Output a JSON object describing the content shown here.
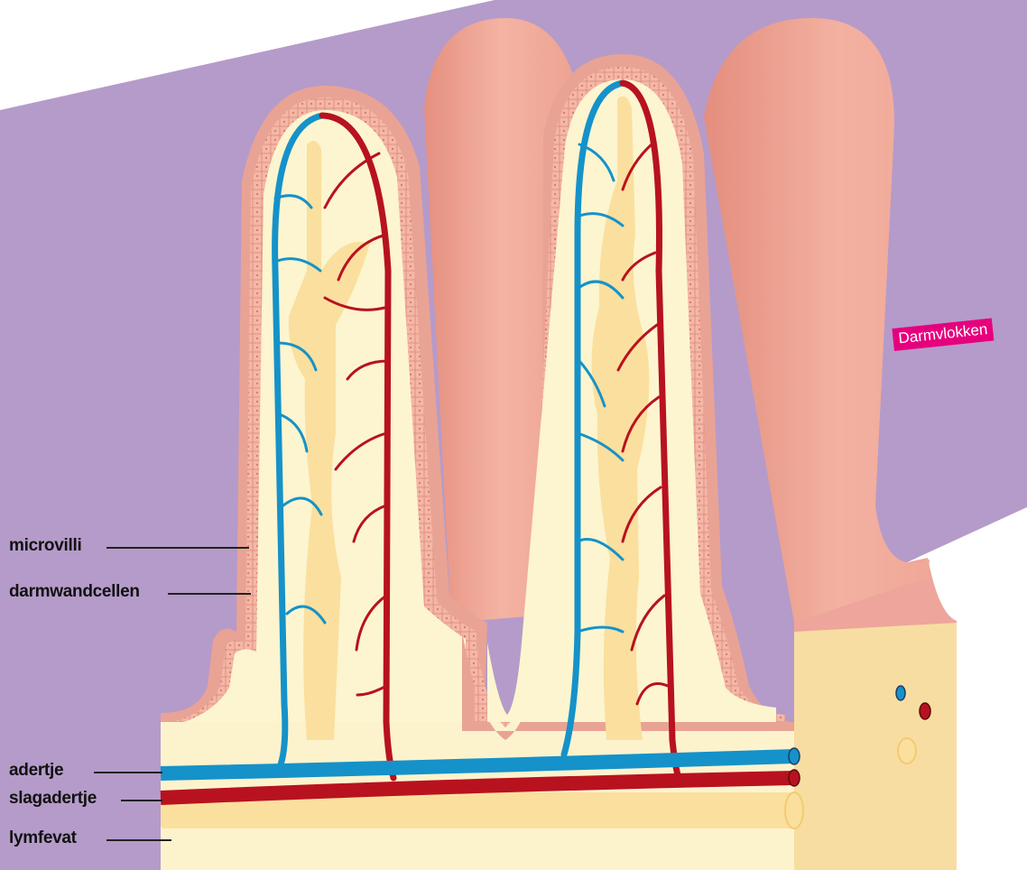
{
  "labels": {
    "microvilli": "microvilli",
    "darmwandcellen": "darmwandcellen",
    "adertje": "adertje",
    "slagadertje": "slagadertje",
    "lymfevat": "lymfevat"
  },
  "tag": "Darmvlokken",
  "colors": {
    "background": "#b59bc9",
    "villus_surface": "#e9a394",
    "epithelium": "#f2b3a3",
    "interior": "#fcf5cf",
    "lymph": "#fbdf9e",
    "vein": "#1592c9",
    "artery": "#b8121f",
    "tag": "#e6007e"
  }
}
